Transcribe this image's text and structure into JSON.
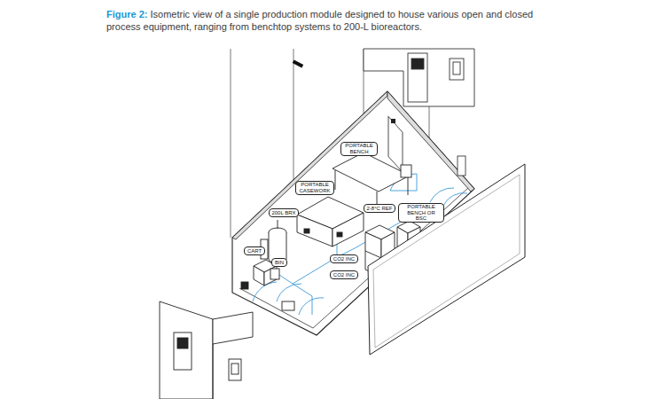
{
  "diagram": {
    "title": "Figure 2:",
    "caption": "Isometric view of a single production module designed to house various open and closed process equipment, ranging from benchtop systems to 200-L bioreactors.",
    "nodes": [
      {
        "text": [
          "PORTABLE BENCH"
        ]
      },
      {
        "text": [
          "PORTABLE CASEWORK"
        ]
      },
      {
        "text": [
          "200L BRX"
        ]
      },
      {
        "text": [
          "2-8°C REF"
        ]
      },
      {
        "text": [
          "PORTABLE BENCH OR BSC"
        ]
      },
      {
        "text": [
          "CART"
        ]
      },
      {
        "text": [
          "BIN"
        ]
      },
      {
        "text": [
          "CO2 INC"
        ]
      },
      {
        "text": [
          "CO2 INC"
        ]
      }
    ]
  }
}
